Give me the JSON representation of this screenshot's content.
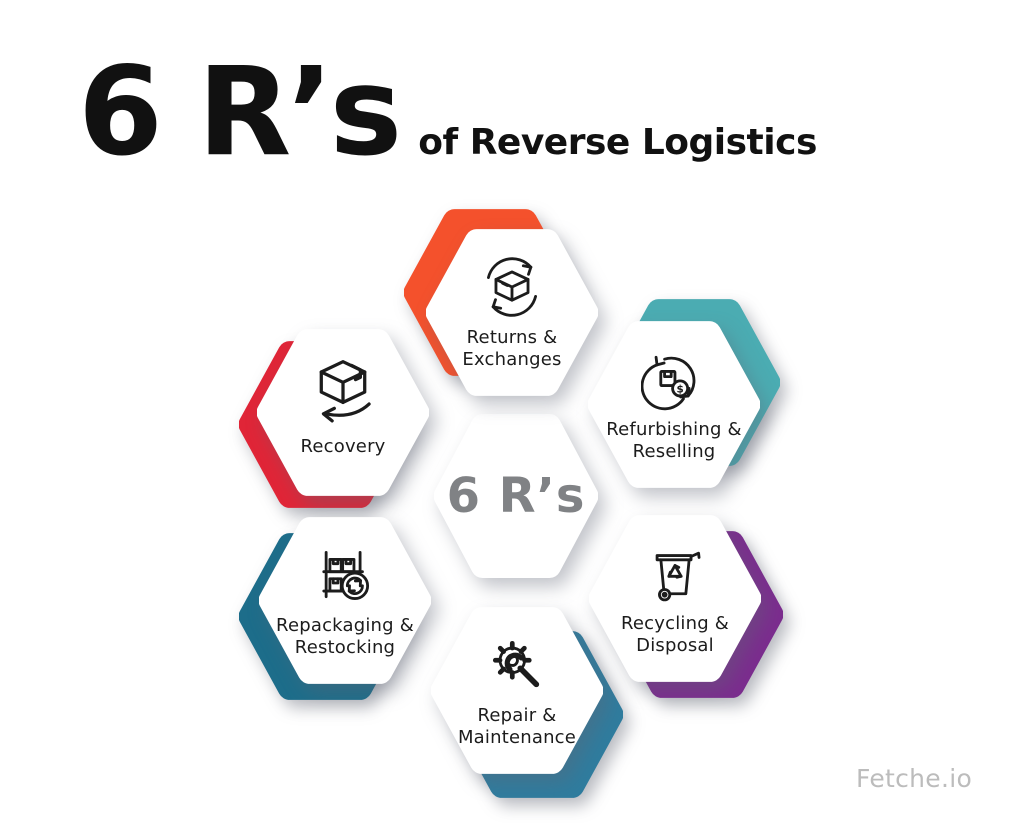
{
  "title": {
    "big": "6 R’s",
    "rest": "of Reverse Logistics"
  },
  "center": {
    "label": "6 R’s",
    "text_color": "#808285"
  },
  "watermark": "Fetche.io",
  "hexagons": [
    {
      "name": "returns-exchanges",
      "line1": "Returns &",
      "line2": "Exchanges",
      "color": "#F4512C",
      "icon": "box-cycle-icon"
    },
    {
      "name": "recovery",
      "line1": "Recovery",
      "line2": "",
      "color": "#E02537",
      "icon": "box-return-icon"
    },
    {
      "name": "refurbishing-reselling",
      "line1": "Refurbishing &",
      "line2": "Reselling",
      "color": "#4BACB2",
      "icon": "box-dollar-cycle-icon"
    },
    {
      "name": "repackaging-restocking",
      "line1": "Repackaging &",
      "line2": "Restocking",
      "color": "#1D6D8A",
      "icon": "shelf-refresh-icon"
    },
    {
      "name": "recycling-disposal",
      "line1": "Recycling &",
      "line2": "Disposal",
      "color": "#7B2C8E",
      "icon": "recycle-bin-icon"
    },
    {
      "name": "repair-maintenance",
      "line1": "Repair &",
      "line2": "Maintenance",
      "color": "#2F7C9E",
      "icon": "gear-wrench-icon"
    }
  ]
}
